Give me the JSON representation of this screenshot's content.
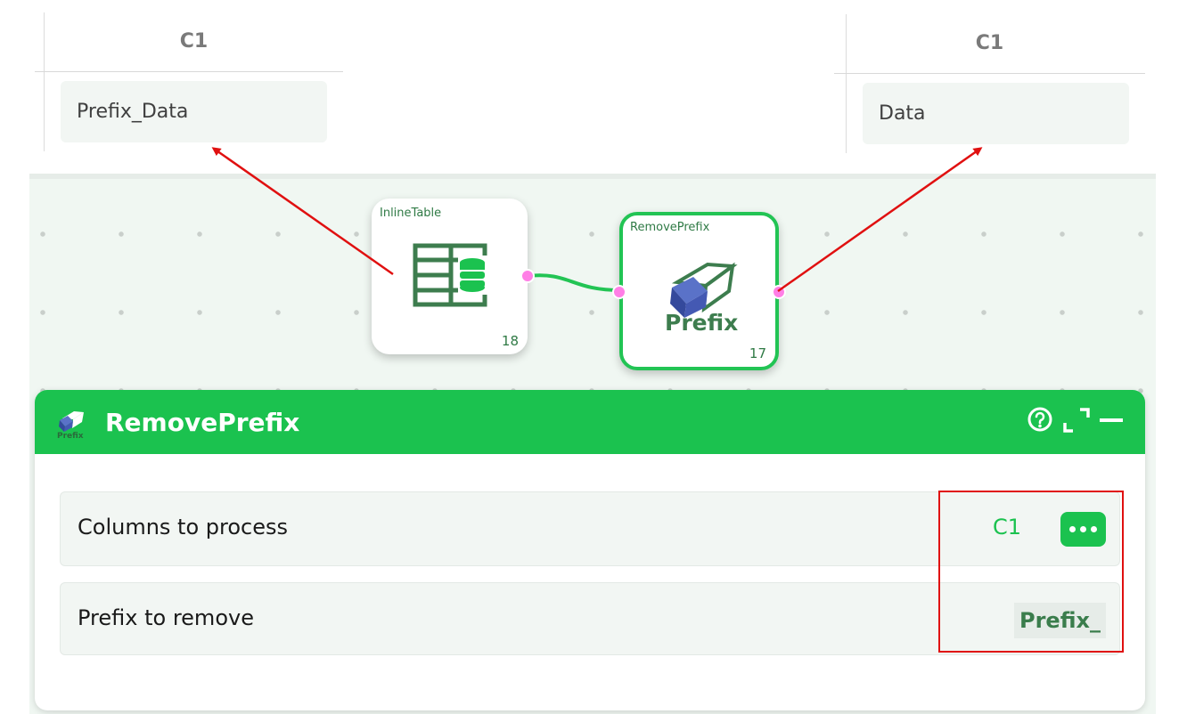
{
  "preview_left": {
    "column": "C1",
    "value": "Prefix_Data"
  },
  "preview_right": {
    "column": "C1",
    "value": "Data"
  },
  "nodes": {
    "inline_table": {
      "title": "InlineTable",
      "count": "18"
    },
    "remove_prefix": {
      "title": "RemovePrefix",
      "count": "17",
      "icon_text": "Prefix"
    }
  },
  "panel": {
    "title": "RemovePrefix",
    "header_icon_text": "Prefix",
    "rows": [
      {
        "label": "Columns to process",
        "value": "C1"
      },
      {
        "label": "Prefix to remove",
        "value": "Prefix_"
      }
    ]
  },
  "colors": {
    "accent": "#1bc24f",
    "node_text": "#2f7a45",
    "port": "#ff7fe6",
    "annotation": "#e01010"
  }
}
